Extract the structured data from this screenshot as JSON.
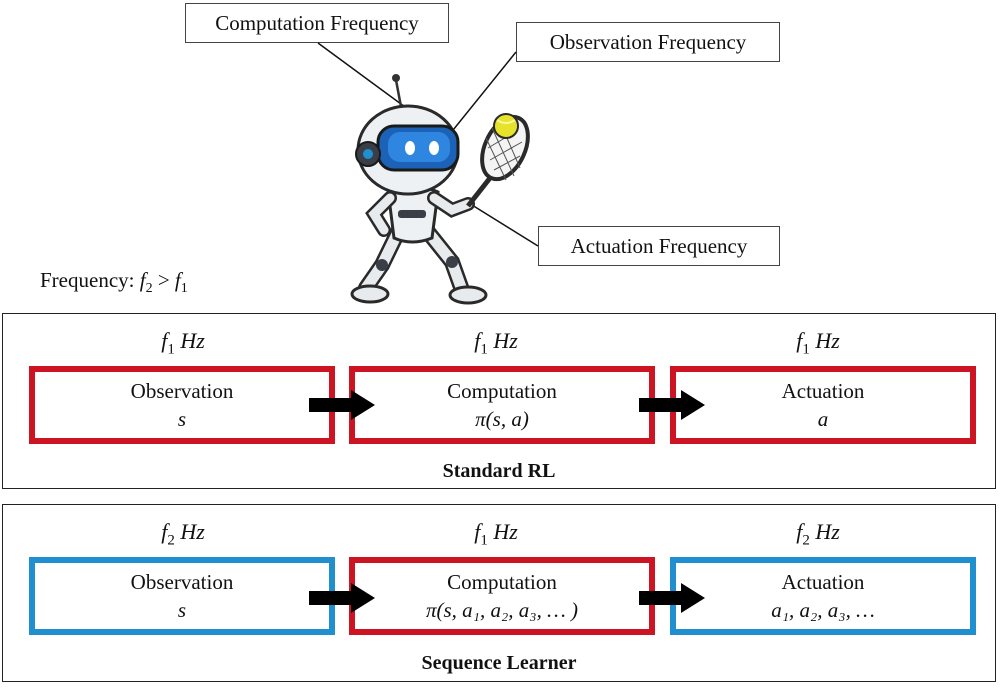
{
  "callouts": {
    "computation": "Computation Frequency",
    "observation": "Observation Frequency",
    "actuation": "Actuation Frequency"
  },
  "frequency_note": {
    "prefix": "Frequency: ",
    "f_left": "f",
    "f_left_sub": "2",
    "op": " > ",
    "f_right": "f",
    "f_right_sub": "1"
  },
  "panels": [
    {
      "title": "Standard RL",
      "stages": [
        {
          "freq": "f",
          "freq_sub": "1",
          "unit": "Hz",
          "label": "Observation",
          "math": "s",
          "color": "#cc1422"
        },
        {
          "freq": "f",
          "freq_sub": "1",
          "unit": "Hz",
          "label": "Computation",
          "math": "π(s, a)",
          "color": "#cc1422"
        },
        {
          "freq": "f",
          "freq_sub": "1",
          "unit": "Hz",
          "label": "Actuation",
          "math": "a",
          "color": "#cc1422"
        }
      ]
    },
    {
      "title": "Sequence Learner",
      "stages": [
        {
          "freq": "f",
          "freq_sub": "2",
          "unit": "Hz",
          "label": "Observation",
          "math": "s",
          "color": "#1f8fd0"
        },
        {
          "freq": "f",
          "freq_sub": "1",
          "unit": "Hz",
          "label": "Computation",
          "math": "π(s, a₁, a₂, a₃, … )",
          "color": "#cc1422"
        },
        {
          "freq": "f",
          "freq_sub": "2",
          "unit": "Hz",
          "label": "Actuation",
          "math": "a₁, a₂, a₃, …",
          "color": "#1f8fd0"
        }
      ]
    }
  ]
}
